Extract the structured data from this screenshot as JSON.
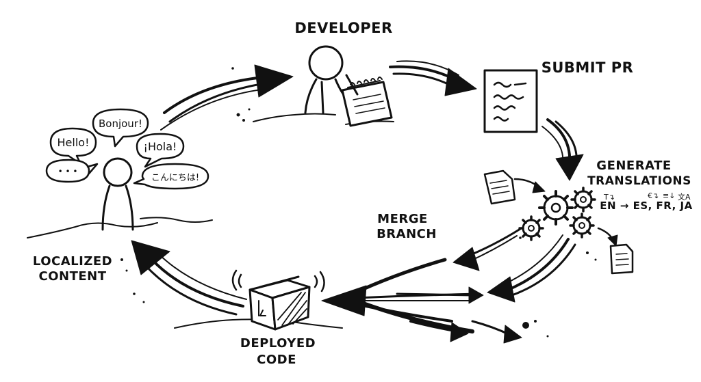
{
  "nodes": {
    "developer": "DEVELOPER",
    "submit_pr": "SUBMIT PR",
    "generate_translations": [
      "GENERATE",
      "TRANSLATIONS"
    ],
    "languages": "EN → ES, FR, JA",
    "merge_branch": [
      "MERGE",
      "BRANCH"
    ],
    "deployed_code": [
      "DEPLOYED",
      "CODE"
    ],
    "localized_content": [
      "LOCALIZED",
      "CONTENT"
    ]
  },
  "speech_bubbles": {
    "english": "Hello!",
    "french": "Bonjour!",
    "spanish": "¡Hola!",
    "japanese": "こんにちは!",
    "ellipsis": "• • •"
  },
  "colors": {
    "ink": "#111111",
    "paper": "#ffffff"
  }
}
